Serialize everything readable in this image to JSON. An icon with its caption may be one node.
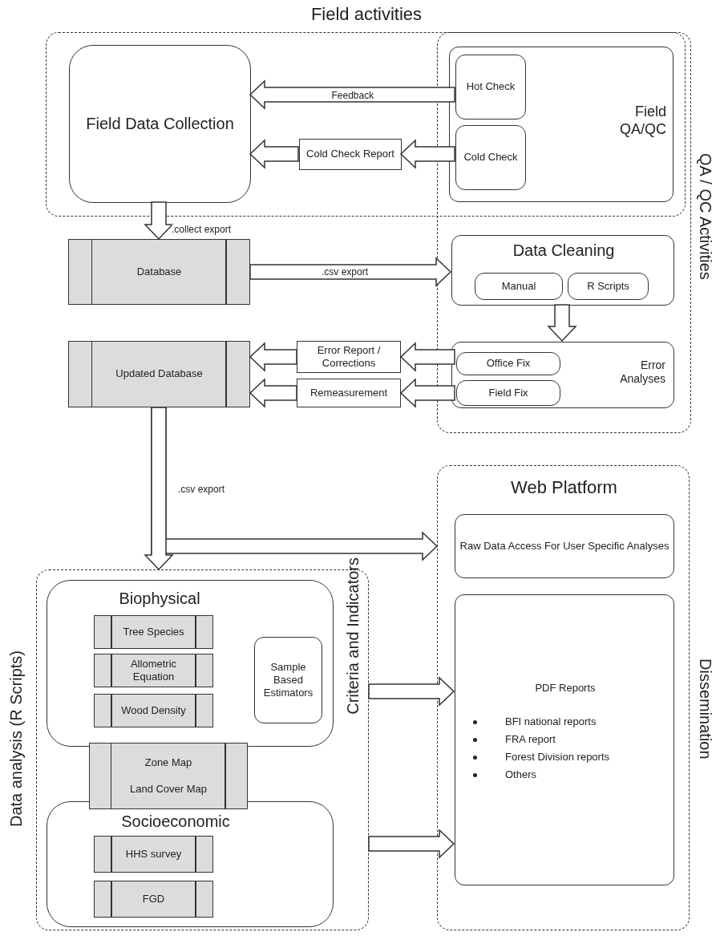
{
  "diagram": {
    "nodes": [
      {
        "text": [
          "Field activities"
        ]
      },
      {
        "text": [
          "QA / QC Activities"
        ]
      },
      {
        "text": [
          "Field Data Collection"
        ],
        "in": 0
      },
      {
        "text": [
          "Field QA/QC"
        ]
      },
      {
        "text": [
          "Hot Check"
        ],
        "in": 3
      },
      {
        "text": [
          "Cold Check"
        ],
        "in": 3
      },
      {
        "text": [
          "Cold Check Report"
        ],
        "in": 0
      },
      {
        "text": [
          "Database"
        ]
      },
      {
        "text": [
          "Data Cleaning"
        ],
        "in": 1
      },
      {
        "text": [
          "Manual"
        ],
        "in": 8
      },
      {
        "text": [
          "R Scripts"
        ],
        "in": 8
      },
      {
        "text": [
          "Error Analyses"
        ],
        "in": 1
      },
      {
        "text": [
          "Office Fix"
        ],
        "in": 11
      },
      {
        "text": [
          "Field Fix"
        ],
        "in": 11
      },
      {
        "text": [
          "Error Report / Corrections"
        ]
      },
      {
        "text": [
          "Remeasurement"
        ]
      },
      {
        "text": [
          "Updated Database"
        ]
      },
      {
        "text": [
          "Data analysis (R Scripts)"
        ]
      },
      {
        "text": [
          "Biophysical"
        ],
        "in": 17
      },
      {
        "text": [
          "Tree Species"
        ],
        "in": 18
      },
      {
        "text": [
          "Allometric Equation"
        ],
        "in": 18
      },
      {
        "text": [
          "Wood Density"
        ],
        "in": 18
      },
      {
        "text": [
          "Sample Based Estimators"
        ],
        "in": 18
      },
      {
        "text": [
          "Zone Map",
          "Land Cover Map"
        ],
        "in": 17
      },
      {
        "text": [
          "Socioeconomic"
        ],
        "in": 17
      },
      {
        "text": [
          "HHS survey"
        ],
        "in": 24
      },
      {
        "text": [
          "FGD"
        ],
        "in": 24
      },
      {
        "text": [
          "Web Platform",
          "Dissemination"
        ]
      },
      {
        "text": [
          "Raw Data Access For User Specific Analyses"
        ],
        "in": 27
      },
      {
        "text": [
          "PDF Reports",
          "BFI national reports",
          "FRA report",
          "Forest Division reports",
          "Others"
        ],
        "in": 27
      }
    ],
    "edges": [
      {
        "from": 4,
        "to": 2,
        "arrow": "to",
        "label": "Feedback"
      },
      {
        "from": 5,
        "to": 6,
        "arrow": "to"
      },
      {
        "from": 6,
        "to": 2,
        "arrow": "to"
      },
      {
        "from": 2,
        "to": 7,
        "arrow": "to",
        "label": ".collect export"
      },
      {
        "from": 7,
        "to": 8,
        "arrow": "to",
        "label": ".csv export"
      },
      {
        "from": 8,
        "to": 11,
        "arrow": "to"
      },
      {
        "from": 12,
        "to": 14,
        "arrow": "to"
      },
      {
        "from": 14,
        "to": 16,
        "arrow": "to"
      },
      {
        "from": 13,
        "to": 15,
        "arrow": "to"
      },
      {
        "from": 15,
        "to": 16,
        "arrow": "to"
      },
      {
        "from": 16,
        "to": 17,
        "arrow": "to",
        "label": ".csv export"
      },
      {
        "from": 16,
        "to": 27,
        "arrow": "to"
      },
      {
        "from": 17,
        "to": 29,
        "arrow": "to"
      },
      {
        "from": 17,
        "to": 29,
        "arrow": "to"
      }
    ],
    "labels": [
      "Criteria and Indicators"
    ]
  }
}
